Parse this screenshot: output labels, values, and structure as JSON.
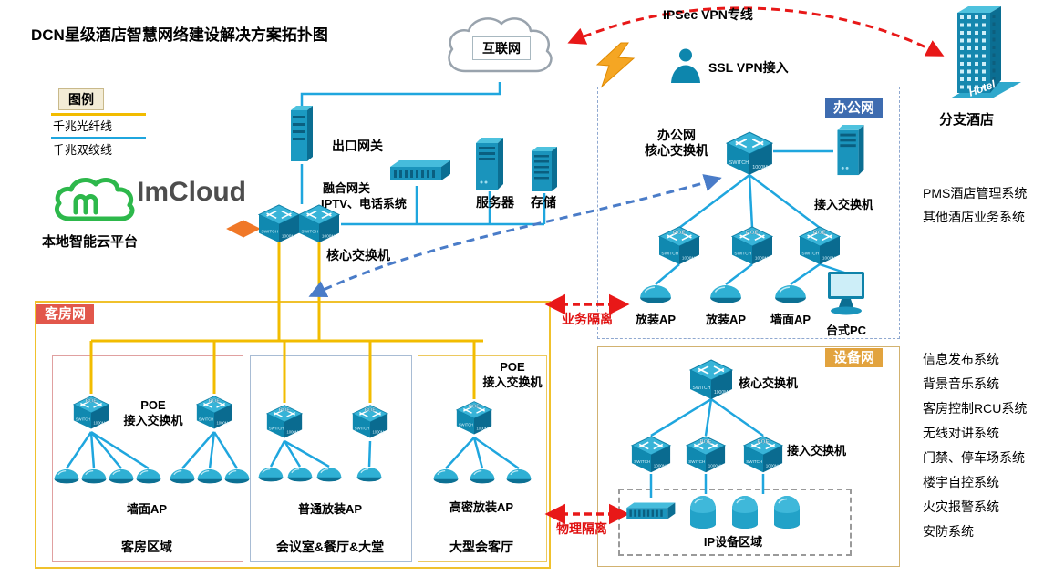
{
  "title": "DCN星级酒店智慧网络建设解决方案拓扑图",
  "legend": {
    "title": "图例",
    "fiber_label": "千兆光纤线",
    "twisted_label": "千兆双绞线"
  },
  "colors": {
    "fiber": "#f2bc00",
    "twisted": "#1fa6de",
    "vpn_red": "#e81818",
    "cloud_orange": "#f07828",
    "office_dash_blue": "#4a7cc8"
  },
  "cloud_platform": {
    "brand": "ImCloud",
    "label": "本地智能云平台"
  },
  "internet": {
    "label": "互联网"
  },
  "vpn": {
    "ipsec": "IPSec VPN专线",
    "ssl": "SSL VPN接入"
  },
  "branch": {
    "label": "分支酒店",
    "building_tag": "Hotel"
  },
  "backbone": {
    "gateway": "出口网关",
    "fusion_line1": "融合网关",
    "fusion_line2": "IPTV、电话系统",
    "server": "服务器",
    "storage": "存储",
    "core": "核心交换机"
  },
  "office": {
    "tag": "办公网",
    "core_line1": "办公网",
    "core_line2": "核心交换机",
    "access": "接入交换机",
    "ap1": "放装AP",
    "ap2": "放装AP",
    "ap3": "墙面AP",
    "pc": "台式PC",
    "side_systems": [
      "PMS酒店管理系统",
      "其他酒店业务系统"
    ]
  },
  "guest": {
    "tag": "客房网",
    "zone1": {
      "poe_line1": "POE",
      "poe_line2": "接入交换机",
      "ap_label": "墙面AP",
      "name": "客房区域"
    },
    "zone2": {
      "ap_label": "普通放装AP",
      "name": "会议室&餐厅&大堂"
    },
    "zone3": {
      "poe_line1": "POE",
      "poe_line2": "接入交换机",
      "ap_label": "高密放装AP",
      "name": "大型会客厅"
    }
  },
  "device": {
    "tag": "设备网",
    "core": "核心交换机",
    "access": "接入交换机",
    "area": "IP设备区域",
    "side_systems": [
      "信息发布系统",
      "背景音乐系统",
      "客房控制RCU系统",
      "无线对讲系统",
      "门禁、停车场系统",
      "楼宇自控系统",
      "火灾报警系统",
      "安防系统"
    ]
  },
  "isolation": {
    "business": "业务隔离",
    "physical": "物理隔离"
  }
}
